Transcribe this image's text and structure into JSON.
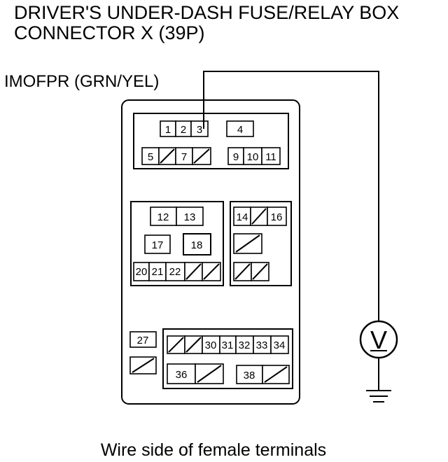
{
  "title": {
    "line1": "DRIVER'S UNDER-DASH FUSE/RELAY BOX",
    "line2": "CONNECTOR X (39P)"
  },
  "wire_label": "IMOFPR (GRN/YEL)",
  "caption": "Wire side of female terminals",
  "meter_symbol": "V",
  "terminals": {
    "t1": "1",
    "t2": "2",
    "t3": "3",
    "t4": "4",
    "t5": "5",
    "t7": "7",
    "t9": "9",
    "t10": "10",
    "t11": "11",
    "t12": "12",
    "t13": "13",
    "t14": "14",
    "t16": "16",
    "t17": "17",
    "t18": "18",
    "t20": "20",
    "t21": "21",
    "t22": "22",
    "t27": "27",
    "t30": "30",
    "t31": "31",
    "t32": "32",
    "t33": "33",
    "t34": "34",
    "t36": "36",
    "t38": "38"
  }
}
